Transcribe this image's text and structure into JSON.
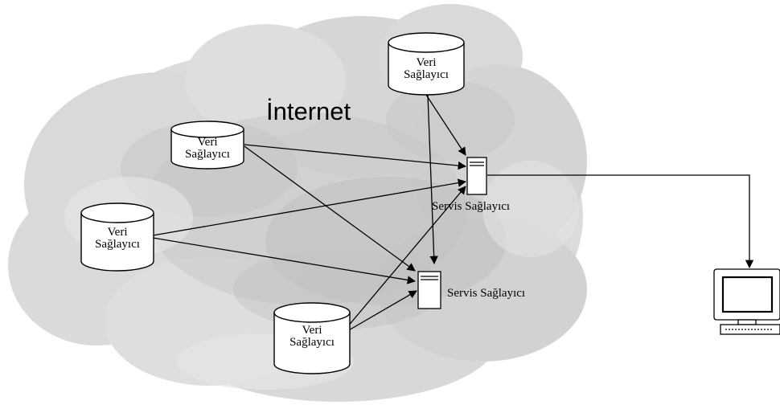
{
  "diagram": {
    "cloud_label": "İnternet",
    "data_providers": [
      {
        "line1": "Veri",
        "line2": "Sağlayıcı"
      },
      {
        "line1": "Veri",
        "line2": "Sağlayıcı"
      },
      {
        "line1": "Veri",
        "line2": "Sağlayıcı"
      },
      {
        "line1": "Veri",
        "line2": "Sağlayıcı"
      }
    ],
    "service_providers": [
      {
        "label": "Servis Sağlayıcı"
      },
      {
        "label": "Servis Sağlayıcı"
      }
    ],
    "colors": {
      "cloud_light": "#e6e6e6",
      "cloud_mid": "#cdcdcd",
      "cloud_dark": "#b4b4b4",
      "cylinder": "#ffffff",
      "stroke": "#000000"
    }
  }
}
